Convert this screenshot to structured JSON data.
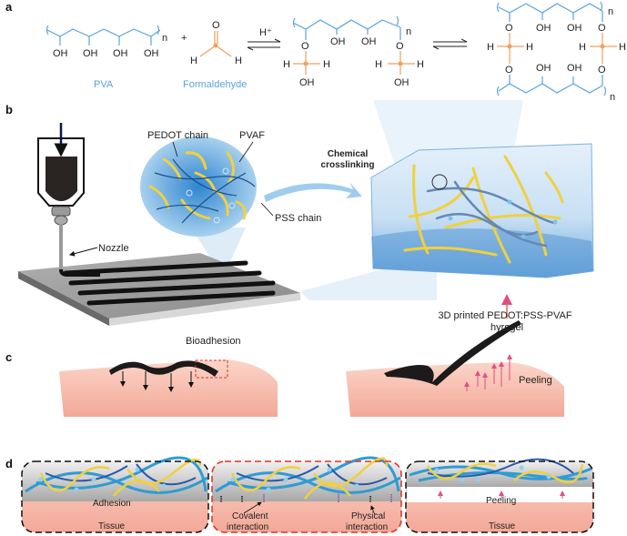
{
  "panels": {
    "a": {
      "label": "a",
      "pva_label": "PVA",
      "formaldehyde_label": "Formaldehyde",
      "plus": "+",
      "catalyst": "H⁺",
      "repeat_n": "n",
      "oh": "OH",
      "o": "O",
      "h": "H"
    },
    "b": {
      "label": "b",
      "nozzle_label": "Nozzle",
      "pedot_label": "PEDOT chain",
      "pvaf_label": "PVAF",
      "pss_label": "PSS chain",
      "crosslink_line1": "Chemical",
      "crosslink_line2": "crosslinking"
    },
    "c": {
      "label": "c",
      "bioadhesion_label": "Bioadhesion",
      "hydrogel_line1": "3D printed PEDOT:PSS-PVAF",
      "hydrogel_line2": "hyrogel",
      "peeling_label": "Peeling"
    },
    "d": {
      "label": "d",
      "adhesion_label": "Adhesion",
      "tissue_label": "Tissue",
      "covalent_line1": "Covalent",
      "covalent_line2": "interaction",
      "physical_line1": "Physical",
      "physical_line2": "interaction",
      "peeling_label": "Peeling"
    }
  },
  "colors": {
    "pva_blue": "#5ba3d9",
    "formaldehyde_orange": "#f0a060",
    "pedot_yellow": "#f0d040",
    "pss_blue": "#3a7fc0",
    "tissue_pink": "#f8c8b8",
    "peel_arrow": "#e05080",
    "red_dash": "#e03020"
  }
}
